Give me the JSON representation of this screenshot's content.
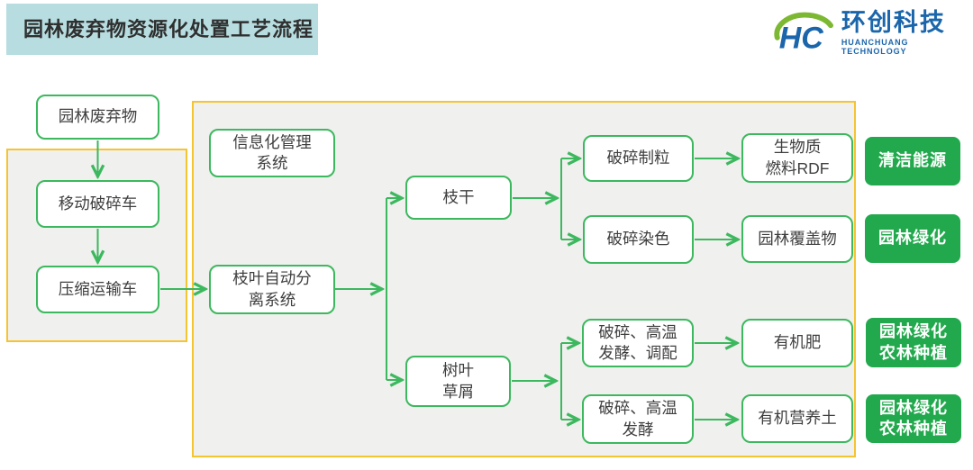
{
  "page": {
    "title": "园林废弃物资源化处置工艺流程"
  },
  "brand": {
    "mark": "HC",
    "name": "环创科技",
    "subtitle": "HUANCHUANG  TECHNOLOGY"
  },
  "colors": {
    "green": "#3cb85e",
    "label_green": "#22a94d",
    "yellow": "#f5c431",
    "panel_gray": "#f0f0ee",
    "title_bg": "#b7dde0",
    "title_text": "#2f2f2f",
    "node_text": "#3f3f3f",
    "logo_blue": "#1b66ab",
    "logo_green": "#7cb832"
  },
  "nodes": {
    "garden_waste": "园林废弃物",
    "mobile_crusher": "移动破碎车",
    "compress_truck": "压缩运输车",
    "info_system": "信息化管理\n系统",
    "separation_system": "枝叶自动分\n离系统",
    "branch": "枝干",
    "leaves": "树叶\n草屑",
    "crush_granulate": "破碎制粒",
    "crush_dye": "破碎染色",
    "crush_ferment_blend": "破碎、高温\n发酵、调配",
    "crush_ferment": "破碎、高温\n发酵",
    "biomass_rdf": "生物质\n燃料RDF",
    "mulch": "园林覆盖物",
    "organic_fertilizer": "有机肥",
    "organic_soil": "有机营养土"
  },
  "outputs": {
    "clean_energy": "清洁能源",
    "landscaping": "园林绿化",
    "landscaping_planting_1": "园林绿化\n农林种植",
    "landscaping_planting_2": "园林绿化\n农林种植"
  }
}
